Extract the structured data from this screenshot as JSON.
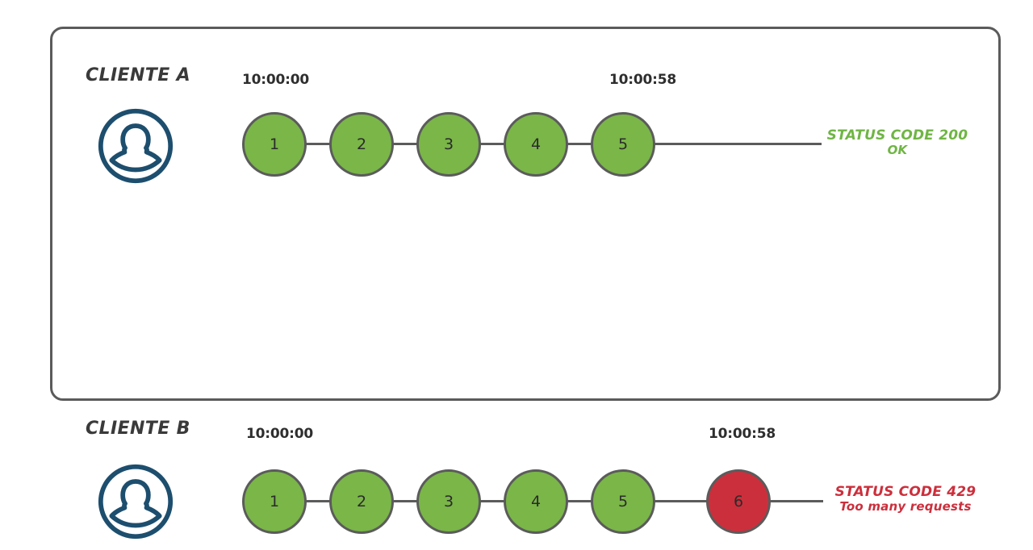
{
  "diagram": {
    "title_alt": "Rate limiting per client request chain",
    "colors": {
      "panel_border": "#5b5b5b",
      "node_ok": "#7ab648",
      "node_fail": "#cc2f3c",
      "node_border": "#5b5b5b",
      "avatar": "#1d4e6e",
      "status_ok_text": "#6fb544",
      "status_fail_text": "#cc2f3c",
      "timestamp_text": "#2e2e2e",
      "label_text": "#3a3a3a",
      "background": "#ffffff"
    }
  },
  "rows": [
    {
      "id": "cliente-a",
      "label": "CLIENTE A",
      "avatar_icon": "user-avatar-icon",
      "start_time": "10:00:00",
      "end_time": "10:00:58",
      "nodes": [
        {
          "n": "1",
          "state": "ok"
        },
        {
          "n": "2",
          "state": "ok"
        },
        {
          "n": "3",
          "state": "ok"
        },
        {
          "n": "4",
          "state": "ok"
        },
        {
          "n": "5",
          "state": "ok"
        }
      ],
      "status": {
        "line1": "STATUS CODE 200",
        "line2": "OK",
        "state": "ok"
      }
    },
    {
      "id": "cliente-b",
      "label": "CLIENTE B",
      "avatar_icon": "user-avatar-icon",
      "start_time": "10:00:00",
      "end_time": "10:00:58",
      "nodes": [
        {
          "n": "1",
          "state": "ok"
        },
        {
          "n": "2",
          "state": "ok"
        },
        {
          "n": "3",
          "state": "ok"
        },
        {
          "n": "4",
          "state": "ok"
        },
        {
          "n": "5",
          "state": "ok"
        },
        {
          "n": "6",
          "state": "fail"
        }
      ],
      "status": {
        "line1": "STATUS CODE 429",
        "line2": "Too many requests",
        "state": "fail"
      }
    }
  ]
}
